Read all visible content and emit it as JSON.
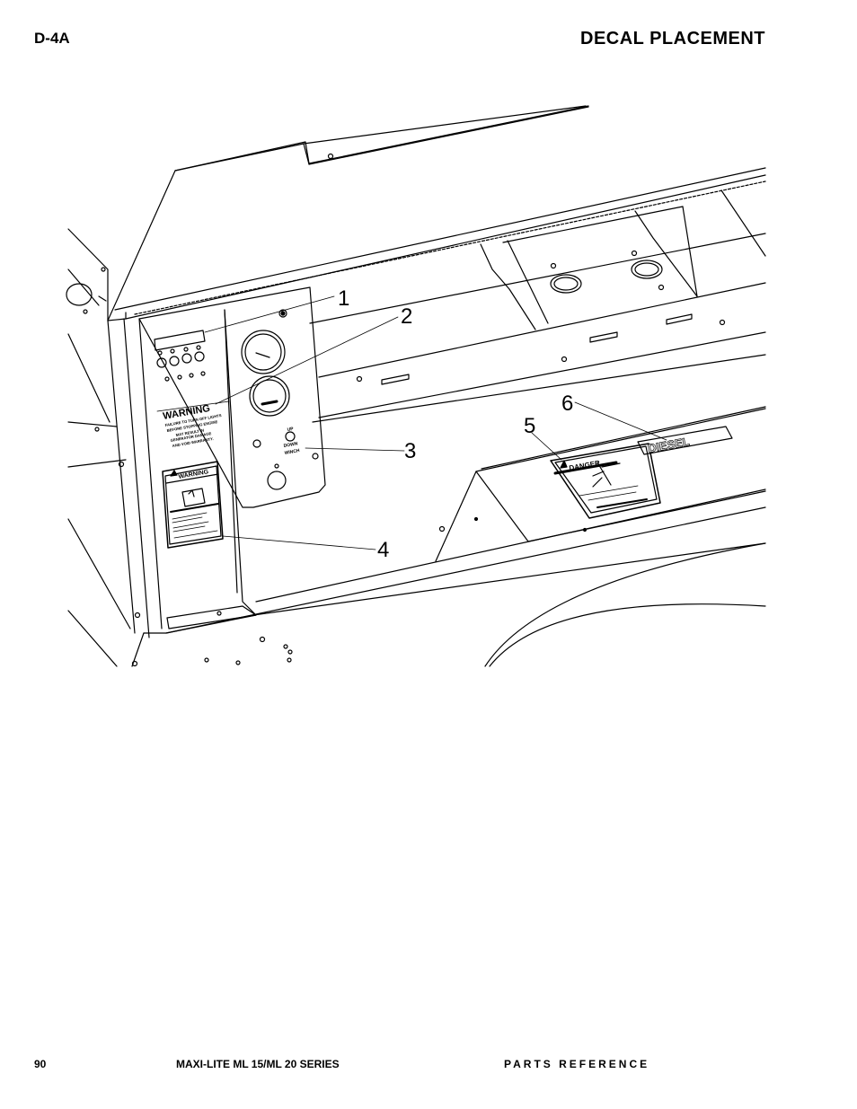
{
  "header": {
    "code": "D-4A",
    "title": "DECAL PLACEMENT"
  },
  "drawing": {
    "callouts": [
      "1",
      "2",
      "3",
      "4",
      "5",
      "6"
    ],
    "decal_text": {
      "warning_main": "WARNING",
      "warning_line1": "FAILURE TO TURN OFF LIGHTS",
      "warning_line2": "BEFORE STOPPING ENGINE",
      "warning_line3": "MAY RESULT IN",
      "warning_line4": "GENERATOR DAMAGE",
      "warning_line5": "AND VOID WARRANTY.",
      "warning_small": "WARNING",
      "danger": "DANGER",
      "diesel": "DIESEL",
      "up": "UP",
      "down": "DOWN",
      "winch": "WINCH"
    }
  },
  "footer": {
    "page_number": "90",
    "model": "MAXI-LITE ML 15/ML 20 SERIES",
    "section": "PARTS REFERENCE"
  }
}
